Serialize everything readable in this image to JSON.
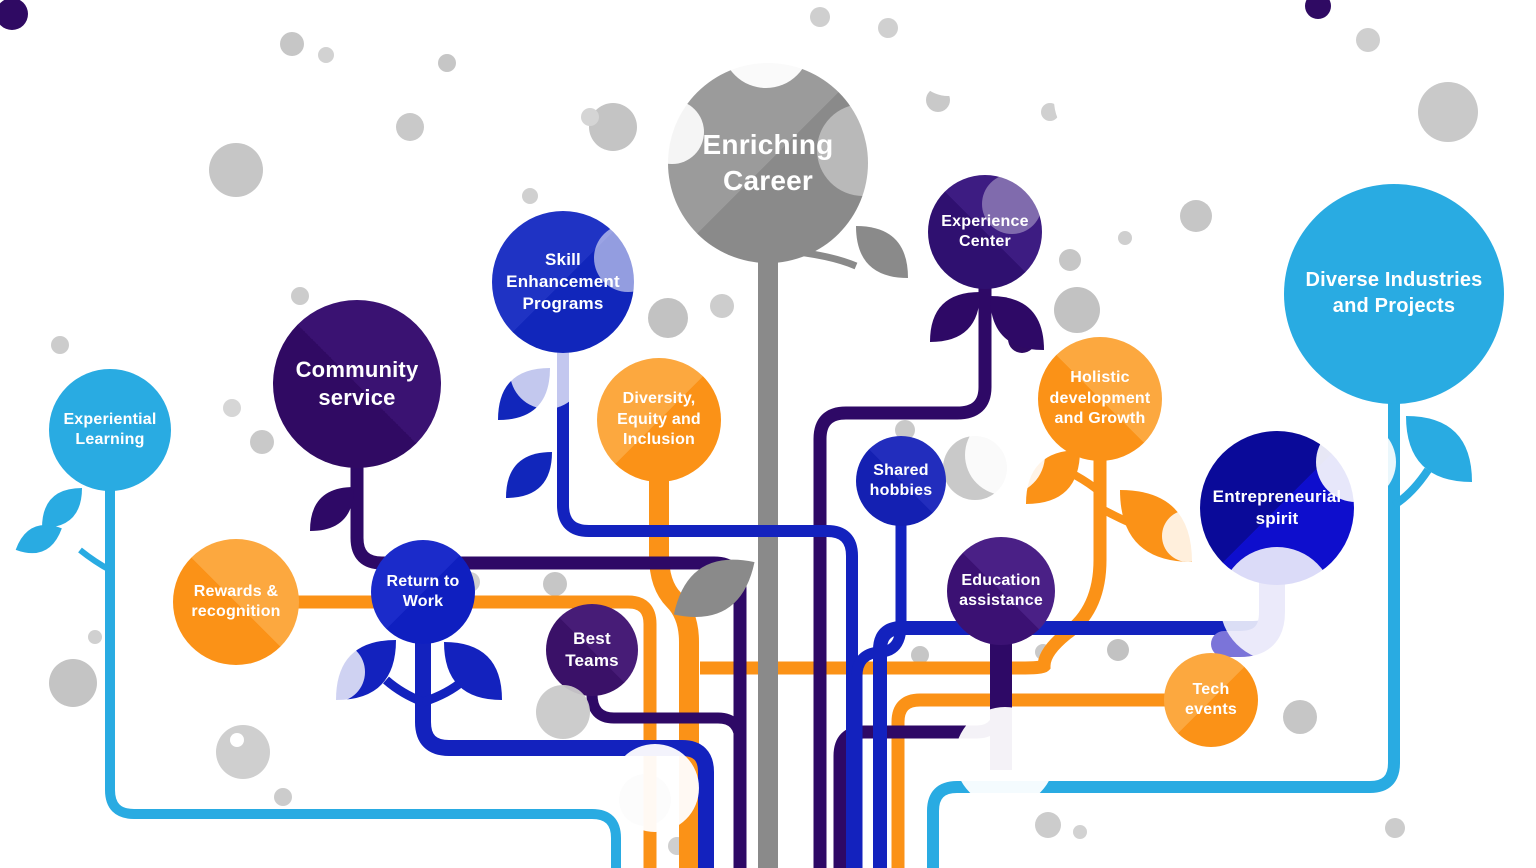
{
  "diagram": {
    "type": "benefits-tree-infographic",
    "root_label": "Enriching Career"
  },
  "bubbles": [
    {
      "label": "Enriching Career",
      "color": "#8A8A8A"
    },
    {
      "label": "Experience Center",
      "color": "#2F1070"
    },
    {
      "label": "Skill Enhancement Programs",
      "color": "#1126BB"
    },
    {
      "label": "Community service",
      "color": "#300A63"
    },
    {
      "label": "Diversity, Equity and Inclusion",
      "color": "#FB9217"
    },
    {
      "label": "Holistic development and Growth",
      "color": "#FB9217"
    },
    {
      "label": "Diverse Industries and Projects",
      "color": "#29ABE2"
    },
    {
      "label": "Experiential Learning",
      "color": "#29ABE2"
    },
    {
      "label": "Shared hobbies",
      "color": "#1420B2"
    },
    {
      "label": "Entrepreneurial spirit",
      "color": "#0E0ECD"
    },
    {
      "label": "Rewards & recognition",
      "color": "#FB9217"
    },
    {
      "label": "Return to Work",
      "color": "#0F1FC0"
    },
    {
      "label": "Best Teams",
      "color": "#3A1168"
    },
    {
      "label": "Education assistance",
      "color": "#3B1173"
    },
    {
      "label": "Tech events",
      "color": "#FB9217"
    }
  ],
  "palette": {
    "trunk_gray": "#8A8A8A",
    "branch_purple": "#2E0966",
    "branch_blue": "#1322BE",
    "branch_lightblue": "#29ABE2",
    "branch_orange": "#FB9217",
    "branch_periwinkle": "#7B74D9",
    "decor_gray": "#C6C6C6",
    "text": "#FFFFFF"
  }
}
